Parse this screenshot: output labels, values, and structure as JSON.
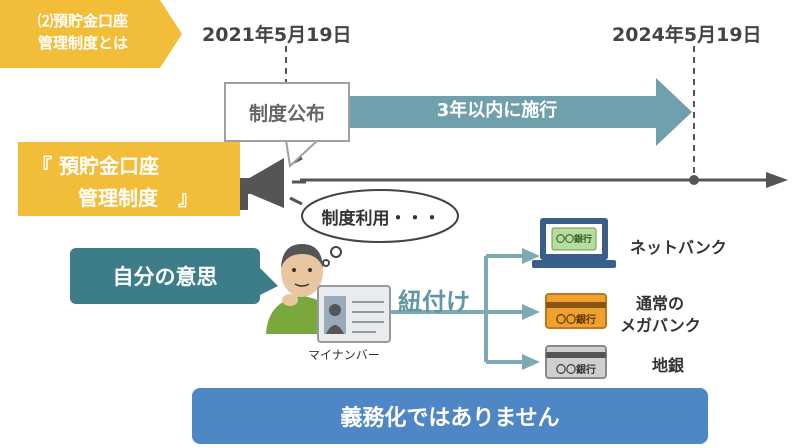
{
  "section": {
    "line1": "⑵預貯金口座",
    "line2": "管理制度とは"
  },
  "timeline": {
    "start_date": "2021年5月19日",
    "end_date": "2024年5月19日"
  },
  "announcement": {
    "label": "制度公布"
  },
  "enforcement": {
    "label": "3年以内に施行"
  },
  "system": {
    "line1": "『 預貯金口座",
    "line2": "管理制度　』"
  },
  "speech": {
    "text": "制度利用・・・"
  },
  "intent": {
    "label": "自分の意思"
  },
  "link": {
    "label": "紐付け"
  },
  "card": {
    "label": "マイナンバー"
  },
  "banks": {
    "net": {
      "label": "ネットバンク",
      "card_text": "〇〇銀行"
    },
    "mega": {
      "line1": "通常の",
      "line2": "メガバンク",
      "card_text": "〇〇銀行"
    },
    "regional": {
      "label": "地銀",
      "card_text": "〇〇銀行"
    }
  },
  "conclusion": {
    "label": "義務化ではありません"
  },
  "colors": {
    "yellow": "#f2be3a",
    "teal": "#3d7d8a",
    "arrow": "#6fa0ac",
    "blue": "#4f86c6",
    "dark": "#444444"
  }
}
